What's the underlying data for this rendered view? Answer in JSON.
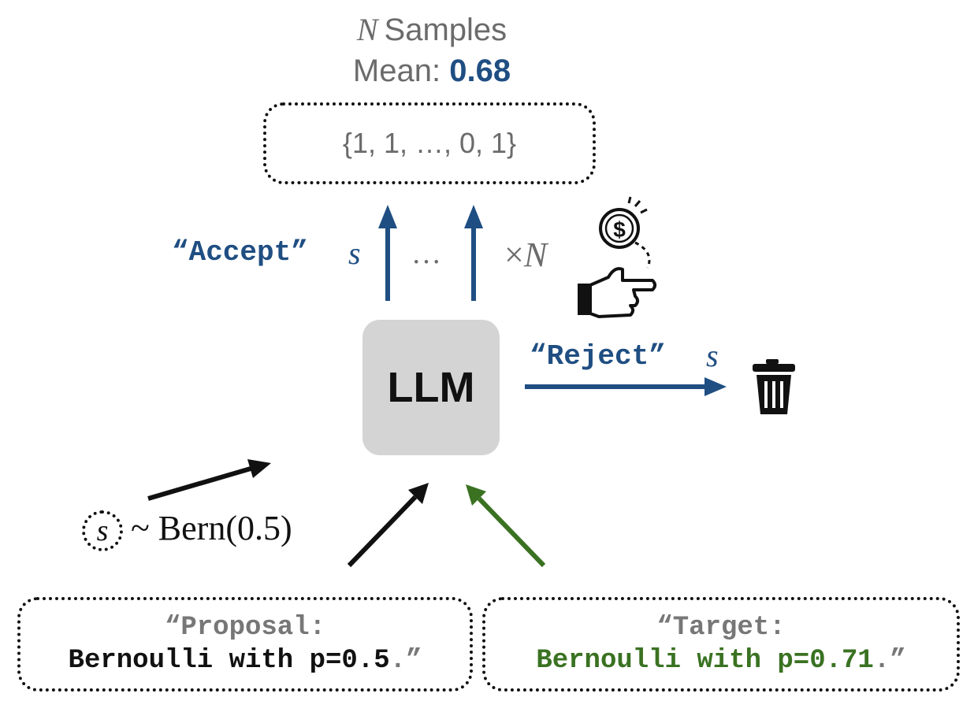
{
  "header": {
    "samples_var": "N",
    "samples_label": "Samples",
    "mean_label": "Mean:",
    "mean_value": "0.68"
  },
  "samples_box": {
    "text": "{1, 1, …, 0, 1}"
  },
  "accept": {
    "label": "“Accept”",
    "var": "s",
    "dots": "…",
    "times_symbol": "×",
    "times_var": "N"
  },
  "llm": {
    "label": "LLM"
  },
  "reject": {
    "label": "“Reject”",
    "var": "s"
  },
  "sampling": {
    "var": "s",
    "dist": "~ Bern(0.5)"
  },
  "proposal": {
    "line1": "“Proposal:",
    "line2": "Bernoulli with p=0.5",
    "tail": ".”"
  },
  "target": {
    "line1": "“Target:",
    "line2": "Bernoulli with p=0.71",
    "tail": ".”"
  },
  "icons": {
    "coin": "coin-flip-icon",
    "hand": "pointing-hand-icon",
    "trash": "trash-icon"
  },
  "colors": {
    "blue": "#1f4e82",
    "green": "#3a7222",
    "gray": "#6b6b6b",
    "llm_fill": "#d4d4d4"
  }
}
